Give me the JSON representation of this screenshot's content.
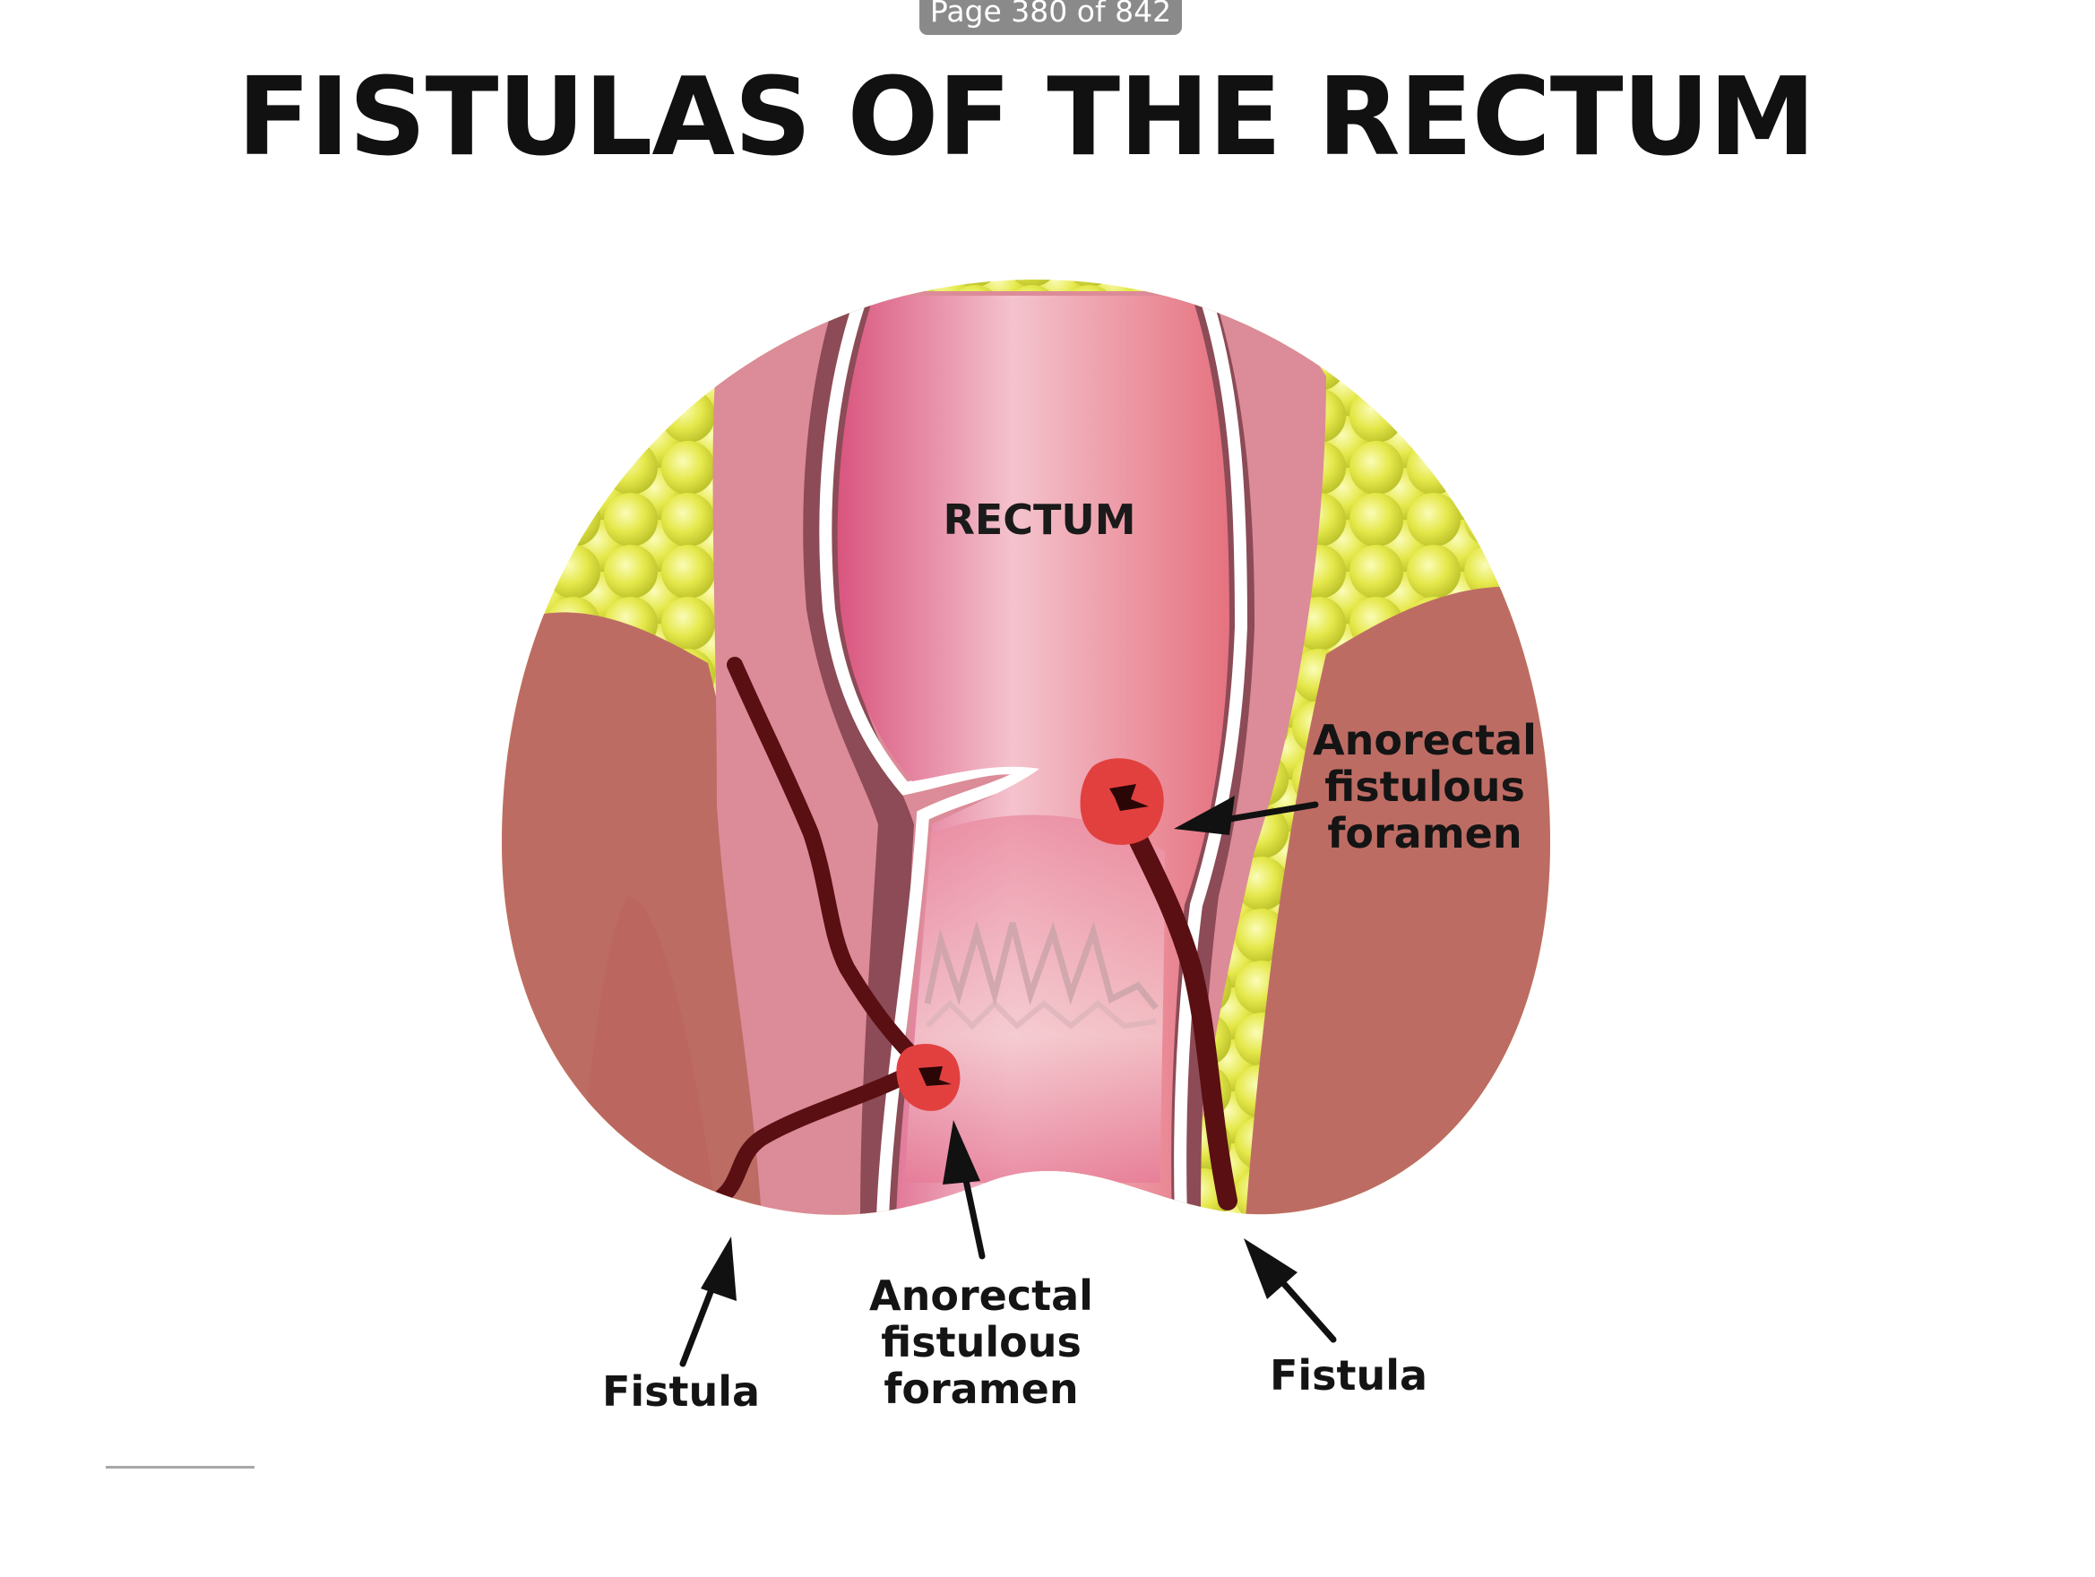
{
  "viewer": {
    "page_indicator": "Page 380 of 842"
  },
  "document": {
    "title": "FISTULAS OF THE RECTUM"
  },
  "illustration": {
    "labels": {
      "rectum": "RECTUM",
      "foramen_right": [
        "Anorectal",
        "fistulous",
        "foramen"
      ],
      "foramen_bottom": [
        "Anorectal",
        "fistulous",
        "foramen"
      ],
      "fistula_left": "Fistula",
      "fistula_right": "Fistula"
    },
    "colors": {
      "fat": "#e3e64a",
      "muscle": "#bd6c64",
      "wall": "#dc8b98",
      "lumen": "#e67d99",
      "fistula_tract": "#5a0f12",
      "foramen": "#e2403f"
    }
  }
}
